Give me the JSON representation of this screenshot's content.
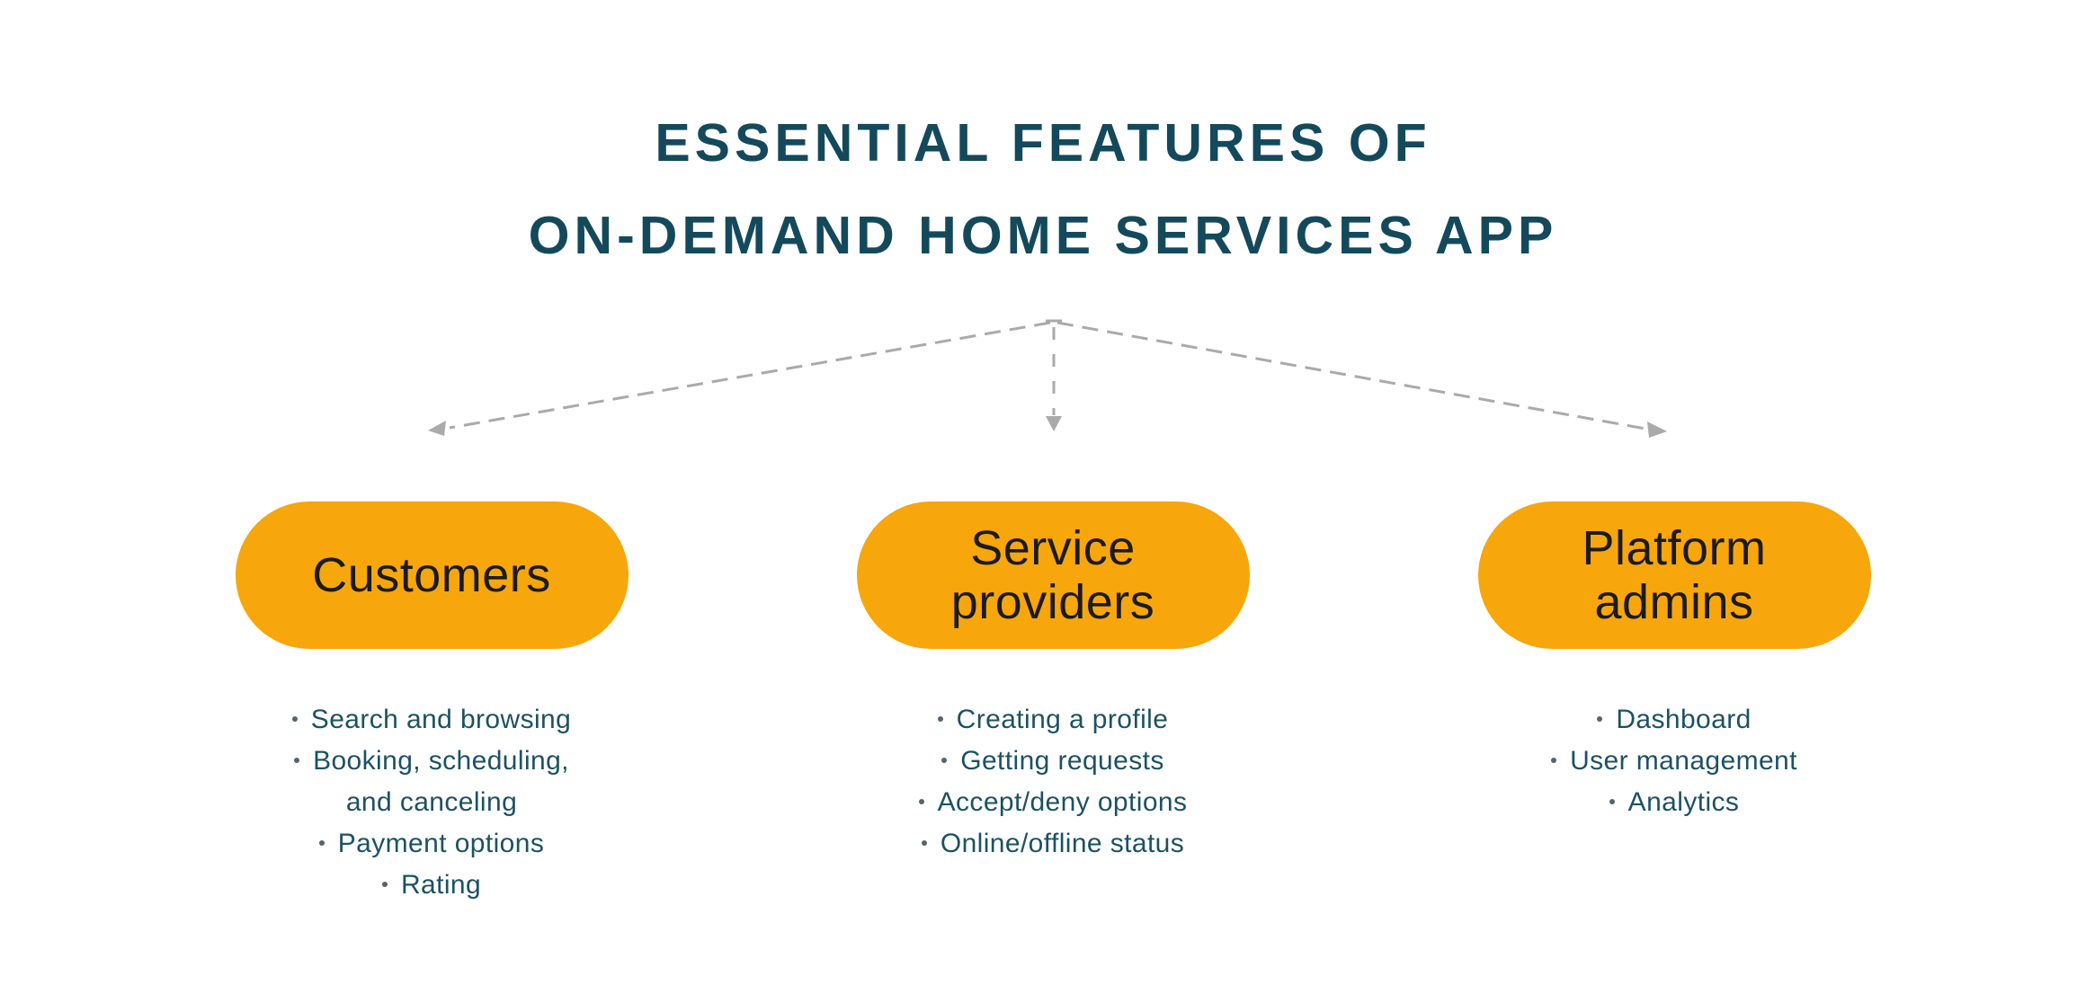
{
  "title": {
    "lines": [
      "ESSENTIAL FEATURES OF",
      "ON-DEMAND HOME SERVICES APP"
    ]
  },
  "groups": [
    {
      "label": "Customers",
      "features": [
        "Search and browsing",
        "Booking, scheduling,\nand canceling",
        "Payment options",
        "Rating"
      ]
    },
    {
      "label": "Service\nproviders",
      "features": [
        "Creating a profile",
        "Getting requests",
        "Accept/deny options",
        "Online/offline status"
      ]
    },
    {
      "label": "Platform\nadmins",
      "features": [
        "Dashboard",
        "User management",
        "Analytics"
      ]
    }
  ],
  "colors": {
    "background": "#ffffff",
    "accent_orange": "#f7a60b",
    "title_text": "#14495c",
    "body_text": "#1c5263",
    "pill_text": "#1b1b1b",
    "connector": "#aaaaaa",
    "bullet": "#53656d"
  }
}
